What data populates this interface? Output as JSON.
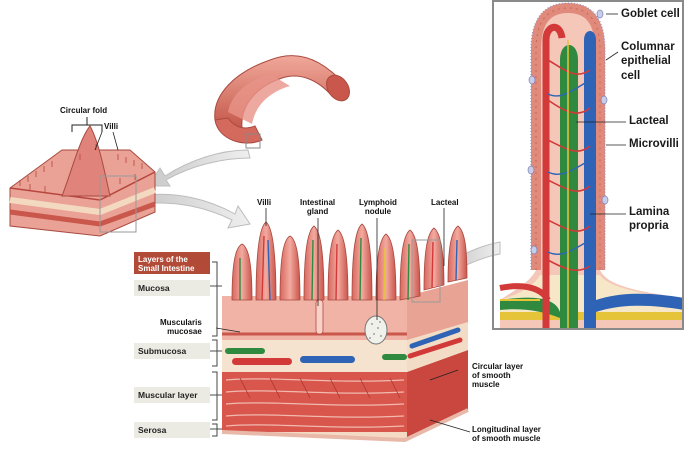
{
  "labels": {
    "circular_fold": "Circular fold",
    "villi_left": "Villi",
    "villi_center": "Villi",
    "intestinal_gland": [
      "Intestinal",
      "gland"
    ],
    "lymphoid_nodule": [
      "Lymphoid",
      "nodule"
    ],
    "lacteal_center": "Lacteal",
    "muscularis_mucosae": [
      "Muscularis",
      "mucosae"
    ],
    "circular_layer": [
      "Circular layer",
      "of smooth",
      "muscle"
    ],
    "longitudinal_layer": [
      "Longitudinal layer",
      "of smooth muscle"
    ]
  },
  "layer_key": {
    "title": [
      "Layers of the",
      "Small Intestine"
    ],
    "layers": [
      "Mucosa",
      "Submucosa",
      "Muscular layer",
      "Serosa"
    ]
  },
  "inset_labels": {
    "goblet_cell": "Goblet cell",
    "columnar_epithelial_cell": [
      "Columnar",
      "epithelial",
      "cell"
    ],
    "lacteal": "Lacteal",
    "microvilli": "Microvilli",
    "lamina_propria": [
      "Lamina",
      "propria"
    ]
  },
  "colors": {
    "tissue": "#e0837a",
    "tissue_dark": "#b8463f",
    "artery": "#d23a3a",
    "vein": "#2e63b5",
    "lacteal": "#2f8a3f",
    "nerve": "#e6c43a",
    "key_header": "#b14a36"
  }
}
